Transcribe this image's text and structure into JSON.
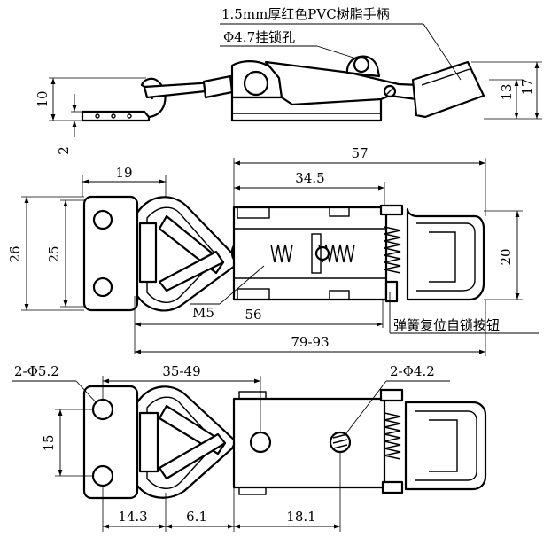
{
  "annotations": {
    "handle_material": "1.5mm厚红色PVC树脂手柄",
    "lock_hole": "Φ4.7挂锁孔",
    "spring_lock_button": "弹簧复位自锁按钮",
    "thread": "M5",
    "holes_left": "2-Φ5.2",
    "holes_right": "2-Φ4.2"
  },
  "dimensions": {
    "height_10": "10",
    "thickness_2": "2",
    "height_13": "13",
    "height_17": "17",
    "width_19": "19",
    "overall_57": "57",
    "spring_34_5": "34.5",
    "height_26": "26",
    "height_25": "25",
    "width_20": "20",
    "length_56": "56",
    "range_79_93": "79-93",
    "range_35_49": "35-49",
    "pitch_15": "15",
    "offset_14_3": "14.3",
    "offset_6_1": "6.1",
    "offset_18_1": "18.1"
  }
}
